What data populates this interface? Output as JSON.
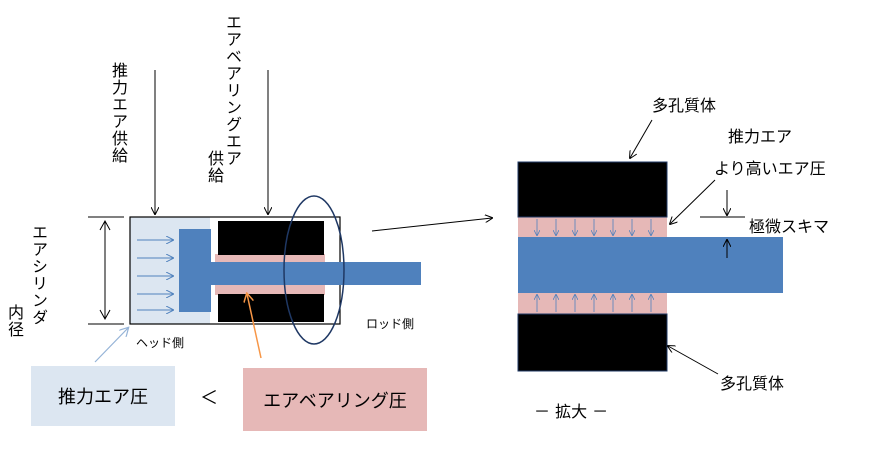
{
  "labels": {
    "thrust_air_supply": "推力エア供給",
    "air_bearing_air_supply_line1": "エアベアリングエア",
    "air_bearing_air_supply_line2": "供給",
    "cylinder_bore_line1": "エアシリンダ",
    "cylinder_bore_line2": "内径",
    "head_side": "ヘッド側",
    "rod_side": "ロッド側",
    "porous_top": "多孔質体",
    "thrust_air": "推力エア",
    "higher_pressure": "より高いエア圧",
    "micro_gap": "極微スキマ",
    "porous_bottom": "多孔質体",
    "enlarge": "－ 拡大 －"
  },
  "legend": {
    "thrust_pressure": "推力エア圧",
    "less_than": "＜",
    "bearing_pressure": "エアベアリング圧"
  },
  "colors": {
    "thrust_air": "#dce6f1",
    "bearing_air": "#e6b8b7",
    "rod": "#4f81bd",
    "porous": "#000000",
    "focus_ring": "#1f3864",
    "orange_arrow": "#f79646",
    "blue_arrow": "#4f81bd"
  }
}
